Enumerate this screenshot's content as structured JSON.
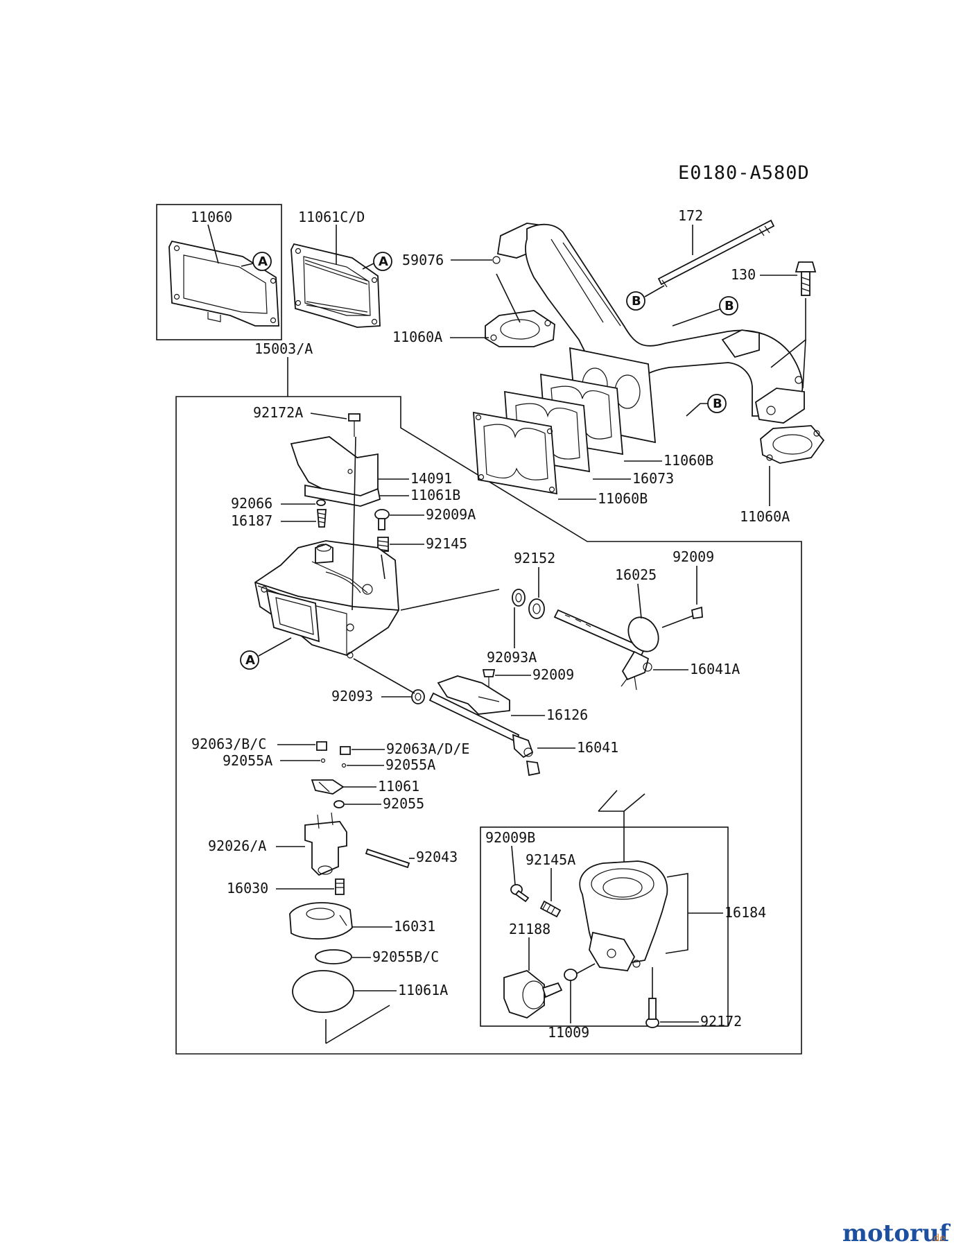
{
  "diagram_code": "E0180-A580D",
  "watermark": {
    "brand": "motoruf",
    "tld": ".de",
    "color_main": "#1c4fa0",
    "color_accent": "#e07b1a"
  },
  "callouts": {
    "a": "A",
    "b": "B"
  },
  "parts": {
    "p11060": "11060",
    "p11061cd": "11061C/D",
    "p59076": "59076",
    "p11060a_top": "11060A",
    "p172": "172",
    "p130": "130",
    "p15003a": "15003/A",
    "p92172a": "92172A",
    "p14091": "14091",
    "p11061b": "11061B",
    "p92066": "92066",
    "p16187": "16187",
    "p92009a": "92009A",
    "p92145": "92145",
    "p11060b_1": "11060B",
    "p16073": "16073",
    "p11060b_2": "11060B",
    "p11060a_right": "11060A",
    "p92152": "92152",
    "p16025": "16025",
    "p92009_top": "92009",
    "p92093a": "92093A",
    "p16041a": "16041A",
    "p92009_mid": "92009",
    "p92093": "92093",
    "p16126": "16126",
    "p92063bc": "92063/B/C",
    "p92063ade": "92063A/D/E",
    "p16041": "16041",
    "p92055a_l": "92055A",
    "p92055a_r": "92055A",
    "p11061": "11061",
    "p92055": "92055",
    "p92026a": "92026/A",
    "p92043": "92043",
    "p16030": "16030",
    "p16031": "16031",
    "p92055bc": "92055B/C",
    "p11061a": "11061A",
    "p92009b": "92009B",
    "p92145a": "92145A",
    "p16184": "16184",
    "p21188": "21188",
    "p11009": "11009",
    "p92172": "92172"
  }
}
